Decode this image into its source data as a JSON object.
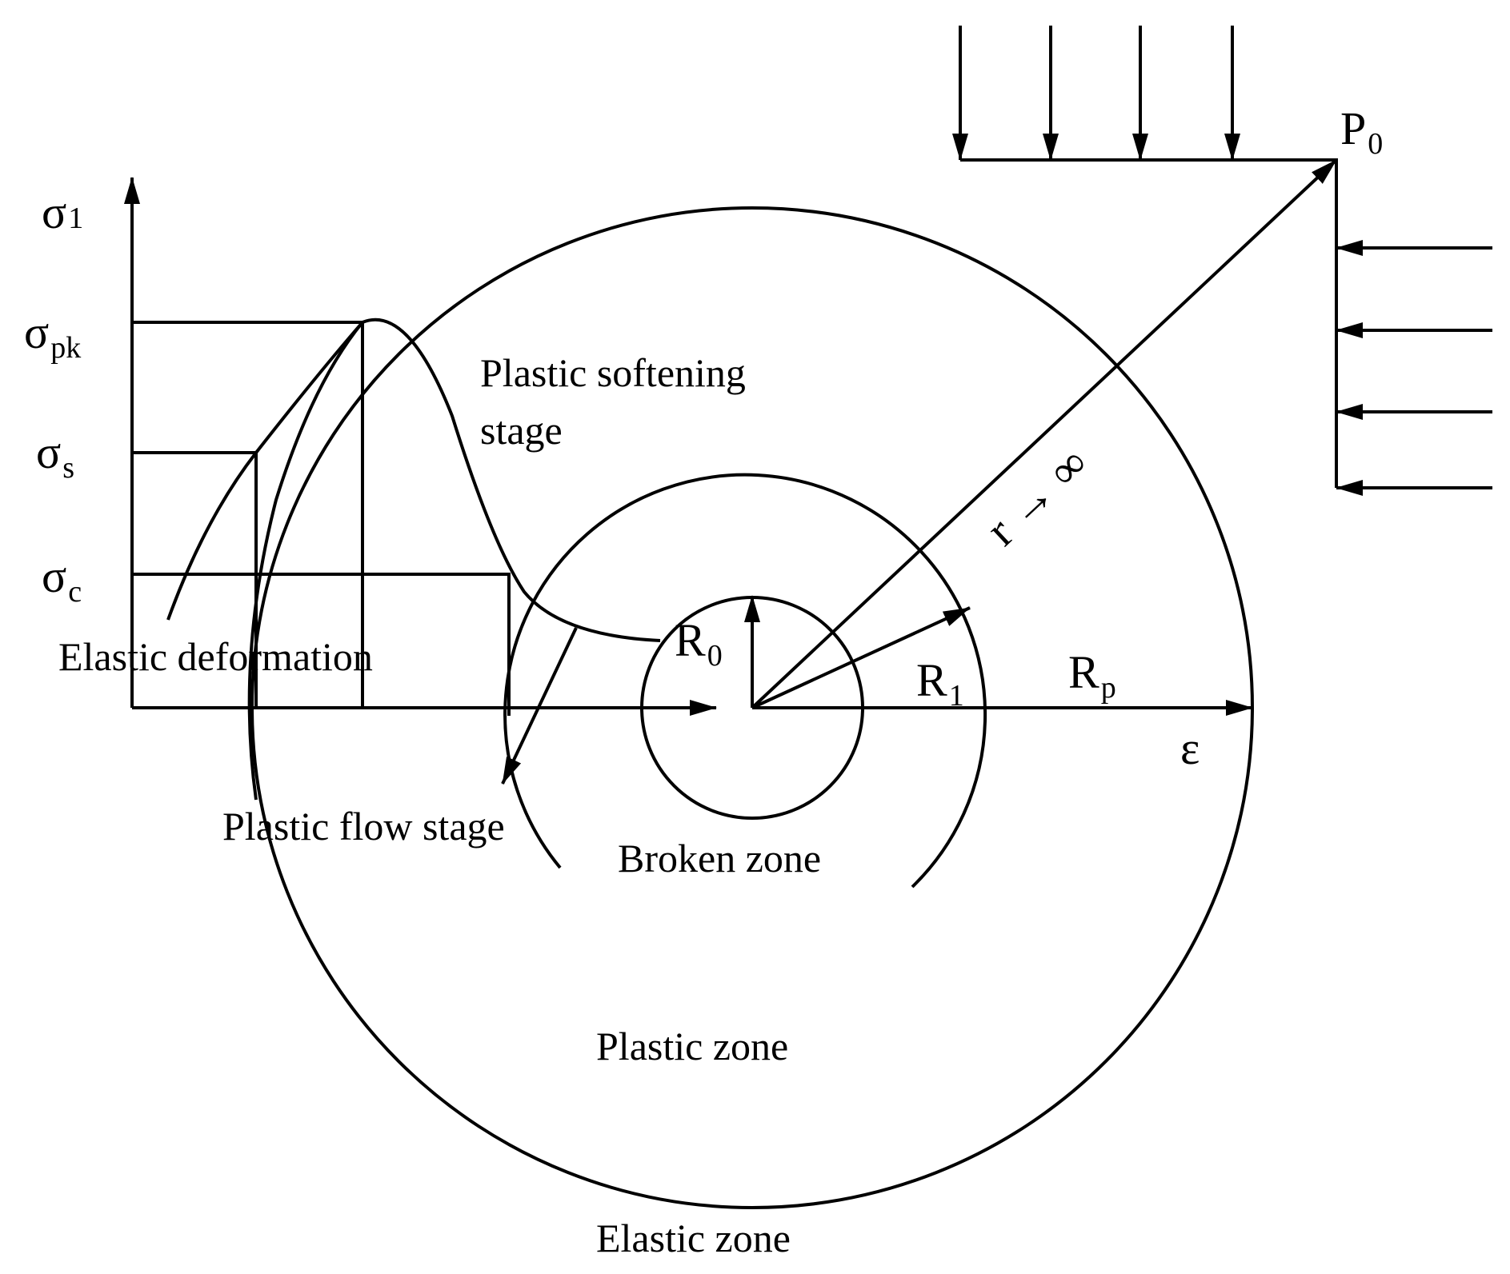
{
  "labels": {
    "sigma1": {
      "main": "σ",
      "sub": "1"
    },
    "sigma_pk": {
      "main": "σ",
      "sub": "pk"
    },
    "sigma_s": {
      "main": "σ",
      "sub": "s"
    },
    "sigma_c": {
      "main": "σ",
      "sub": "c"
    },
    "epsilon": "ε",
    "p0": {
      "main": "P",
      "sub": "0"
    },
    "r0": {
      "main": "R",
      "sub": "0"
    },
    "r1": {
      "main": "R",
      "sub": "1"
    },
    "rp": {
      "main": "R",
      "sub": "p"
    },
    "r_infinity": "r → ∞",
    "plastic_softening_line1": "Plastic softening",
    "plastic_softening_line2": "stage",
    "elastic_deformation": "Elastic deformation",
    "plastic_flow_stage": "Plastic flow stage",
    "broken_zone": "Broken zone",
    "plastic_zone": "Plastic zone",
    "elastic_zone": "Elastic zone"
  },
  "colors": {
    "stroke": "#000000",
    "background": "#ffffff"
  }
}
